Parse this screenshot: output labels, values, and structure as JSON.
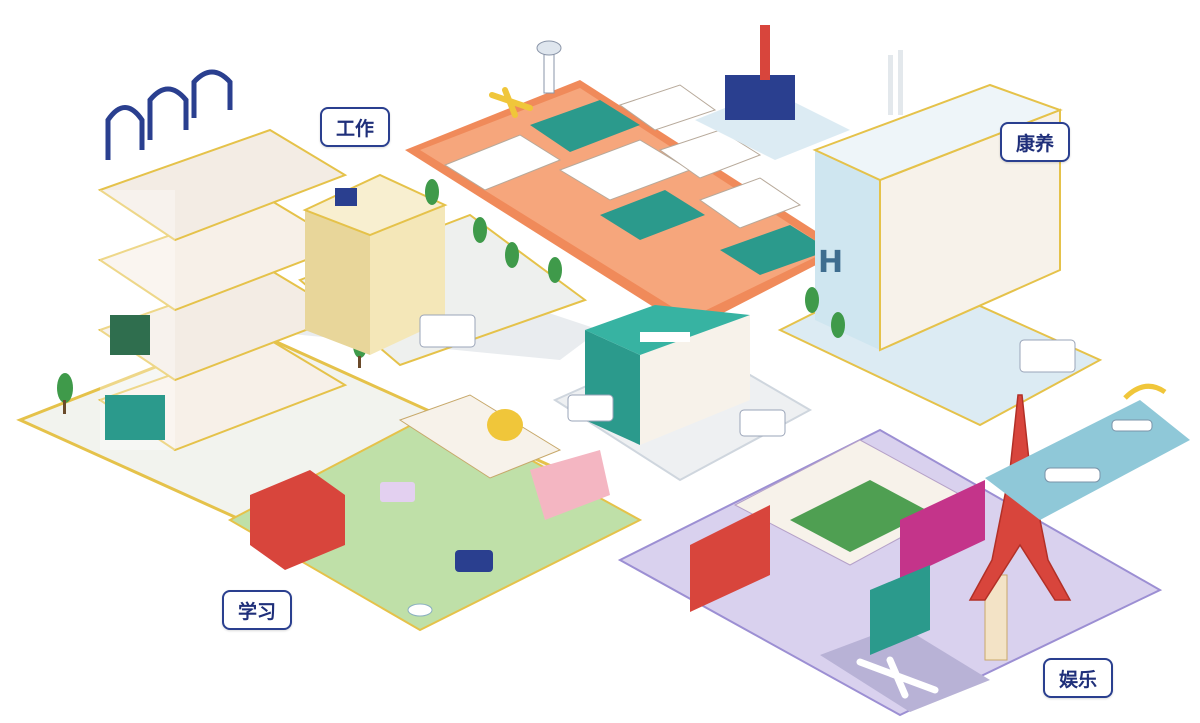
{
  "labels": {
    "work": "工作",
    "wellness": "康养",
    "study": "学习",
    "entertainment": "娱乐"
  },
  "colors": {
    "label_border": "#2a3f8f",
    "label_text": "#1f2f7a",
    "office_platform": "#f2f3ee",
    "airport_platform": "#f08a5a",
    "hospital_platform": "#dcebf3",
    "campus_platform": "#bfe0a8",
    "stadium_platform": "#d9d1ee",
    "accent_yellow": "#f0c63a",
    "teal": "#2b9a8c",
    "tower_red": "#d8453c"
  }
}
